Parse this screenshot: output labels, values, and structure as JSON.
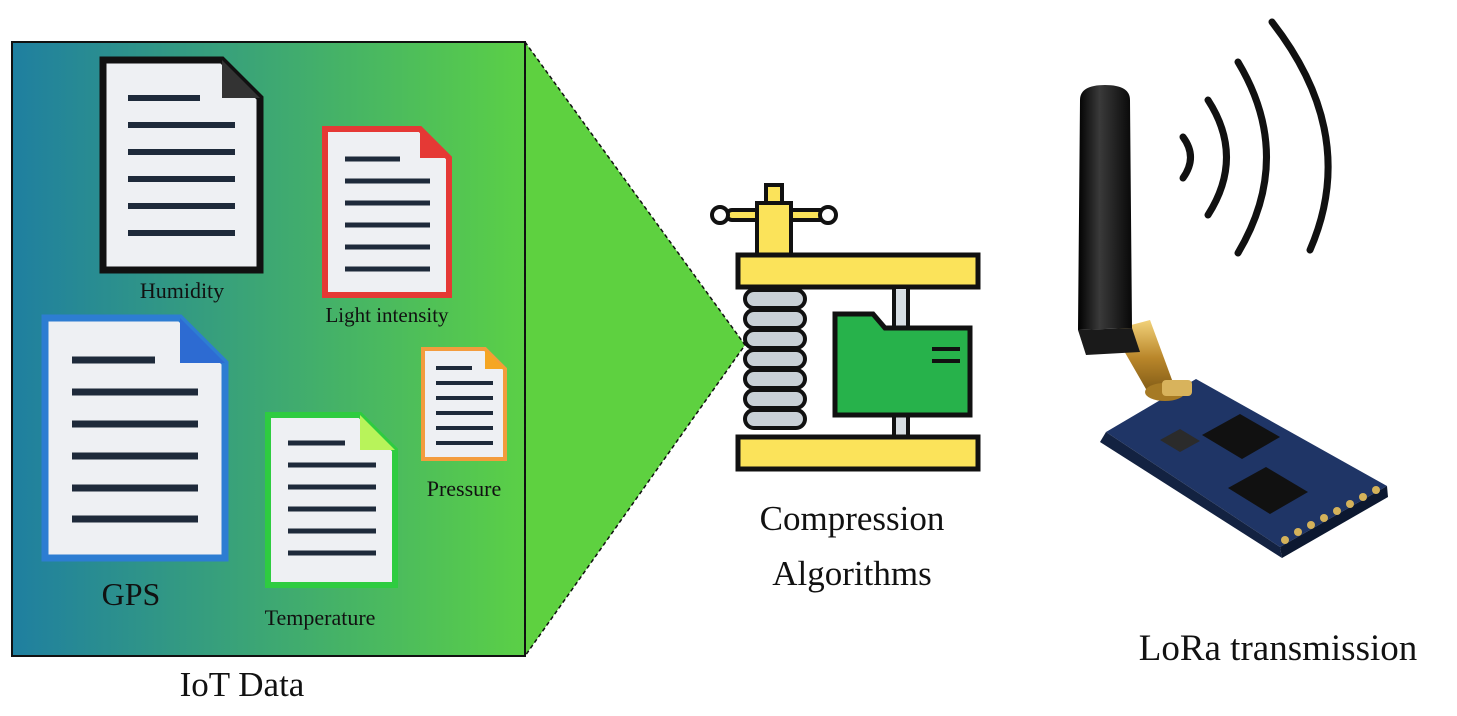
{
  "diagram": {
    "panel_caption": "IoT Data",
    "documents": [
      {
        "label": "Humidity",
        "border_color": "#111111",
        "fold_color": "#333333"
      },
      {
        "label": "Light intensity",
        "border_color": "#e53935",
        "fold_color": "#e53935"
      },
      {
        "label": "GPS",
        "border_color": "#2d7dd2",
        "fold_color": "#2d6bd2"
      },
      {
        "label": "Temperature",
        "border_color": "#2ecc40",
        "fold_color": "#b8f35a"
      },
      {
        "label": "Pressure",
        "border_color": "#f39c3d",
        "fold_color": "#f5a623"
      }
    ],
    "compression": {
      "line1": "Compression",
      "line2": "Algorithms"
    },
    "transmission": {
      "label": "LoRa transmission"
    },
    "colors": {
      "panel_gradient_start": "#1f7fa0",
      "panel_gradient_end": "#5bd046",
      "funnel": "#5ed140",
      "press_yellow": "#fbe35a",
      "folder_green": "#27b24b",
      "board_blue": "#1f3566",
      "antenna_black": "#1a1a1a",
      "connector_gold": "#c79a3a"
    }
  }
}
